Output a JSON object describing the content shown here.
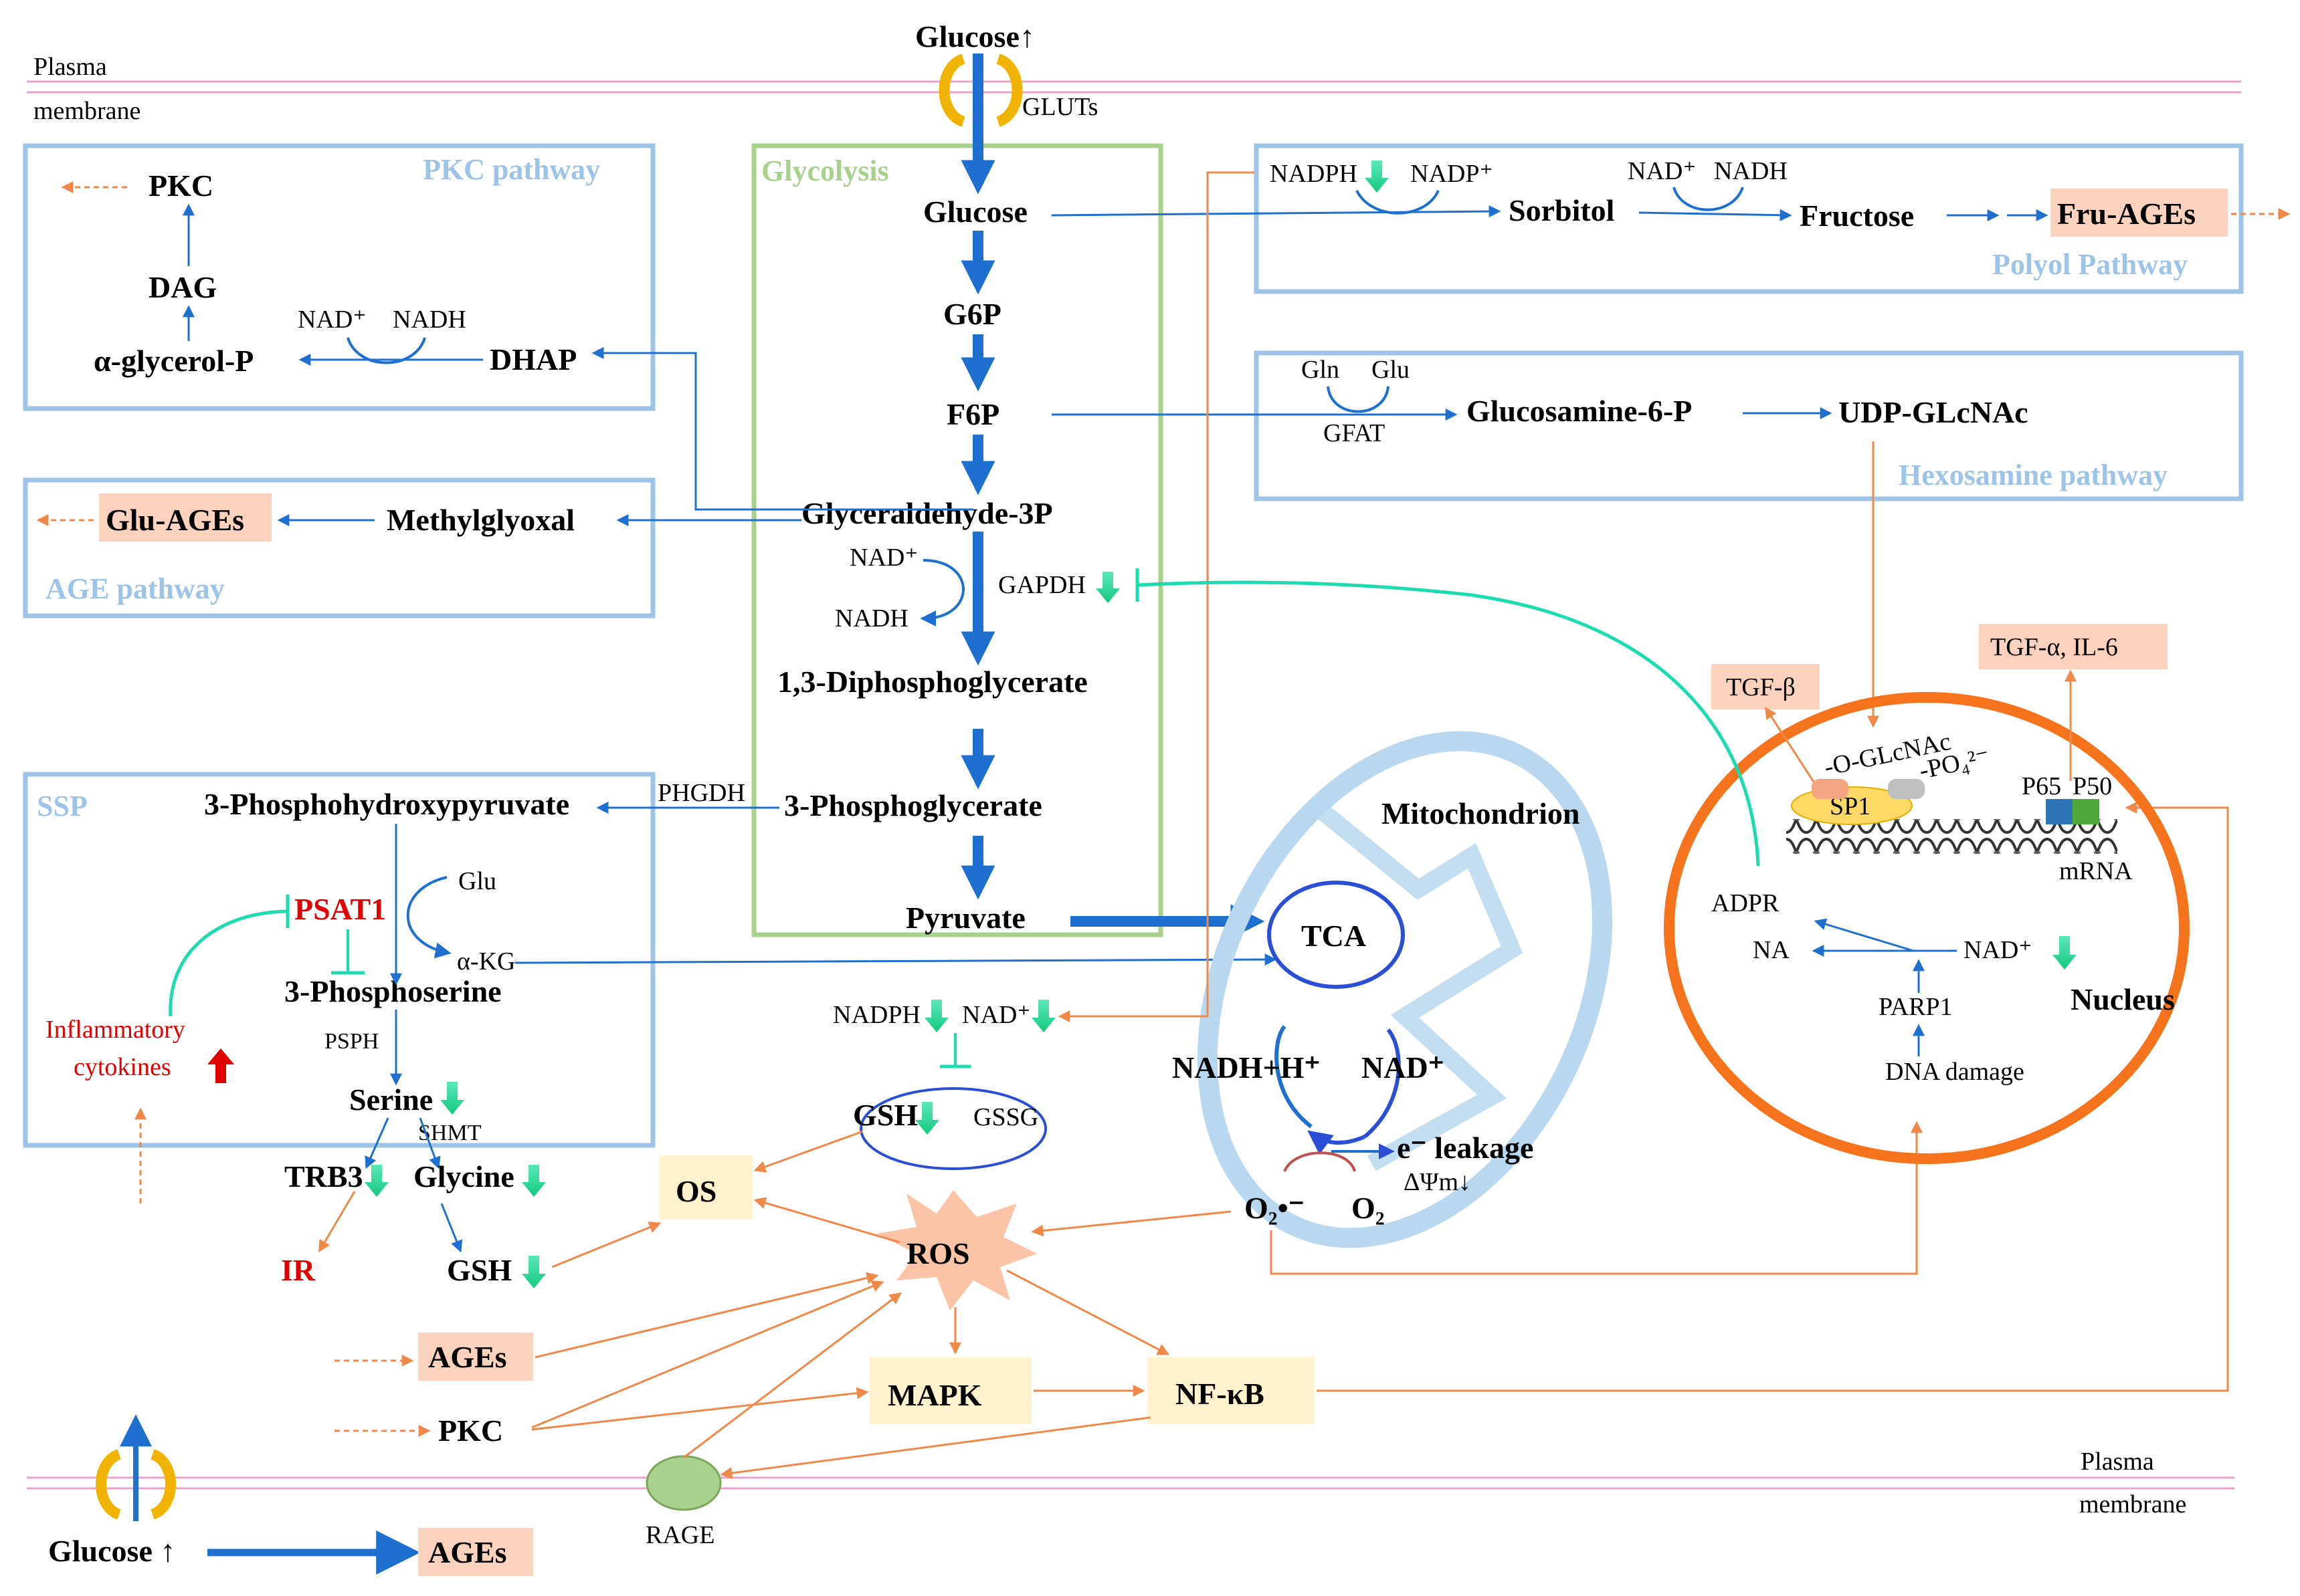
{
  "membrane": {
    "top_line1": "Plasma",
    "top_line2": "membrane",
    "bottom_line1": "Plasma",
    "bottom_line2": "membrane",
    "glut": "GLUTs"
  },
  "glucose_in": "Glucose↑",
  "glycolysis": {
    "title": "Glycolysis",
    "glucose": "Glucose",
    "g6p": "G6P",
    "f6p": "F6P",
    "g3p": "Glyceraldehyde-3P",
    "nadp": "NAD⁺",
    "nadh": "NADH",
    "gapdh": "GAPDH",
    "dpg": "1,3-Diphosphoglycerate",
    "pg3": "3-Phosphoglycerate",
    "pyruvate": "Pyruvate"
  },
  "pkc_pathway": {
    "title": "PKC pathway",
    "pkc": "PKC",
    "dag": "DAG",
    "glycerol": "α-glycerol-P",
    "dhap": "DHAP",
    "nad": "NAD⁺",
    "nadh": "NADH"
  },
  "age_pathway": {
    "title": "AGE pathway",
    "glu_ages": "Glu-AGEs",
    "methylglyoxal": "Methylglyoxal"
  },
  "polyol": {
    "title": "Polyol Pathway",
    "nadph": "NADPH",
    "nadp": "NADP⁺",
    "sorbitol": "Sorbitol",
    "nad": "NAD⁺",
    "nadh": "NADH",
    "fructose": "Fructose",
    "fru_ages": "Fru-AGEs"
  },
  "hexosamine": {
    "title": "Hexosamine pathway",
    "gln": "Gln",
    "glu": "Glu",
    "gfat": "GFAT",
    "glucosamine": "Glucosamine-6-P",
    "udp": "UDP-GLcNAc"
  },
  "ssp": {
    "title": "SSP",
    "phgdh": "PHGDH",
    "phospho_pyruvate": "3-Phosphohydroxypyruvate",
    "glu": "Glu",
    "psat1": "PSAT1",
    "akg": "α-KG",
    "phosphoserine": "3-Phosphoserine",
    "psph": "PSPH",
    "serine": "Serine",
    "shmt": "SHMT",
    "trb3": "TRB3",
    "glycine": "Glycine",
    "ir": "IR",
    "gsh": "GSH"
  },
  "inflammatory": {
    "line1": "Inflammatory",
    "line2": "cytokines"
  },
  "mito": {
    "title": "Mitochondrion",
    "tca": "TCA",
    "nadh_h": "NADH+H⁺",
    "nad": "NAD⁺",
    "leak": "e⁻ leakage",
    "dpsi": "ΔΨm↓",
    "o2_rad": "O₂•⁻",
    "o2": "O₂"
  },
  "redox": {
    "nadph": "NADPH",
    "nad": "NAD⁺",
    "gsh": "GSH",
    "gssg": "GSSG"
  },
  "stress": {
    "os": "OS",
    "ros": "ROS",
    "mapk": "MAPK",
    "nfkb": "NF-κB",
    "ages": "AGEs",
    "pkc": "PKC",
    "rage": "RAGE"
  },
  "nucleus": {
    "label": "Nucleus",
    "tgfb": "TGF-β",
    "tgfa": "TGF-α, IL-6",
    "oglc": "-O-GLcNAc",
    "po4": "-PO₄²⁻",
    "sp1": "SP1",
    "p65": "P65",
    "p50": "P50",
    "mrna": "mRNA",
    "adpr": "ADPR",
    "na": "NA",
    "nad": "NAD⁺",
    "parp1": "PARP1",
    "dna_damage": "DNA damage"
  },
  "bottom": {
    "glucose": "Glucose ↑",
    "ages": "AGEs"
  },
  "colors": {
    "blue_arrow": "#1f6fd0",
    "orange_arrow": "#f0884a",
    "box": "#9dc3e6",
    "green_box": "#a9d18e",
    "nucleus": "#f5731c",
    "teal": "#1ddbb0",
    "membrane": "#e9a2cf",
    "highlight": "#fbd2bd",
    "stress_box": "#fff2cc"
  }
}
